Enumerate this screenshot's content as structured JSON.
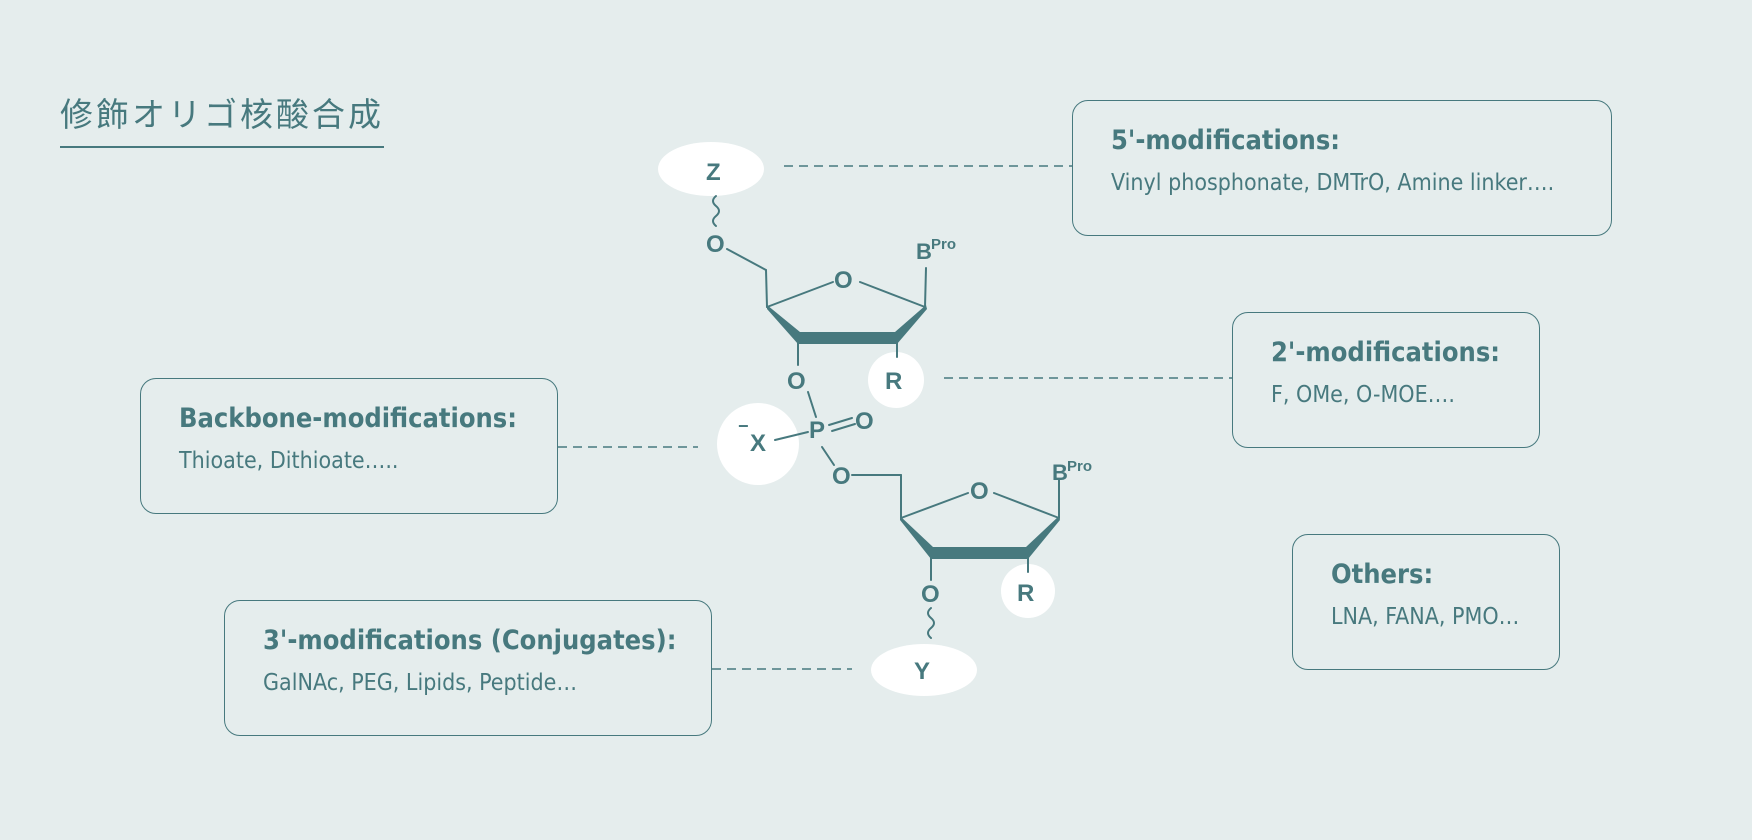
{
  "title": "修飾オリゴ核酸合成",
  "boxes": {
    "five_prime": {
      "heading": "5'-modifications:",
      "description": "Vinyl phosphonate, DMTrO, Amine linker…."
    },
    "two_prime": {
      "heading": "2'-modifications:",
      "description": "F, OMe, O-MOE…."
    },
    "backbone": {
      "heading": "Backbone-modifications:",
      "description": "Thioate, Dithioate….."
    },
    "others": {
      "heading": "Others:",
      "description": "LNA, FANA, PMO…"
    },
    "three_prime": {
      "heading": "3'-modifications (Conjugates):",
      "description": "GalNAc, PEG, Lipids, Peptide…"
    }
  },
  "structure": {
    "z": "Z",
    "o": "O",
    "p": "P",
    "x": "X",
    "minus": "−",
    "r": "R",
    "y": "Y",
    "b": "B",
    "pro": "Pro"
  },
  "colors": {
    "primary": "#47797e",
    "background": "#e5eded",
    "highlight": "#ffffff"
  }
}
